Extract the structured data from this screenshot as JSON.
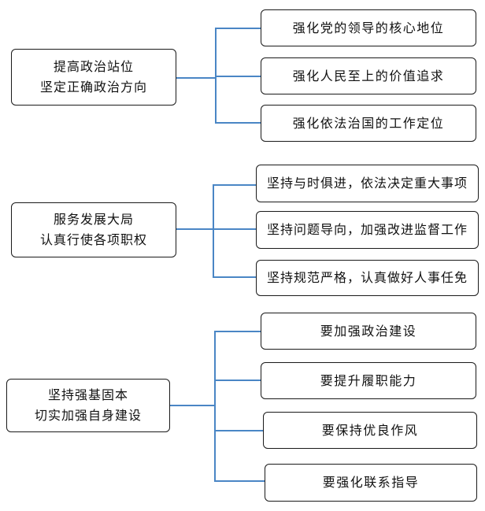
{
  "groups": [
    {
      "root": {
        "line1": "提高政治站位",
        "line2": "坚定正确政治方向"
      },
      "leaves": [
        "强化党的领导的核心地位",
        "强化人民至上的价值追求",
        "强化依法治国的工作定位"
      ]
    },
    {
      "root": {
        "line1": "服务发展大局",
        "line2": "认真行使各项职权"
      },
      "leaves": [
        "坚持与时俱进，依法决定重大事项",
        "坚持问题导向，加强改进监督工作",
        "坚持规范严格，认真做好人事任免"
      ]
    },
    {
      "root": {
        "line1": "坚持强基固本",
        "line2": "切实加强自身建设"
      },
      "leaves": [
        "要加强政治建设",
        "要提升履职能力",
        "要保持优良作风",
        "要强化联系指导"
      ]
    }
  ],
  "colors": {
    "connector": "#4a86c5",
    "border": "#1a1a1a"
  }
}
